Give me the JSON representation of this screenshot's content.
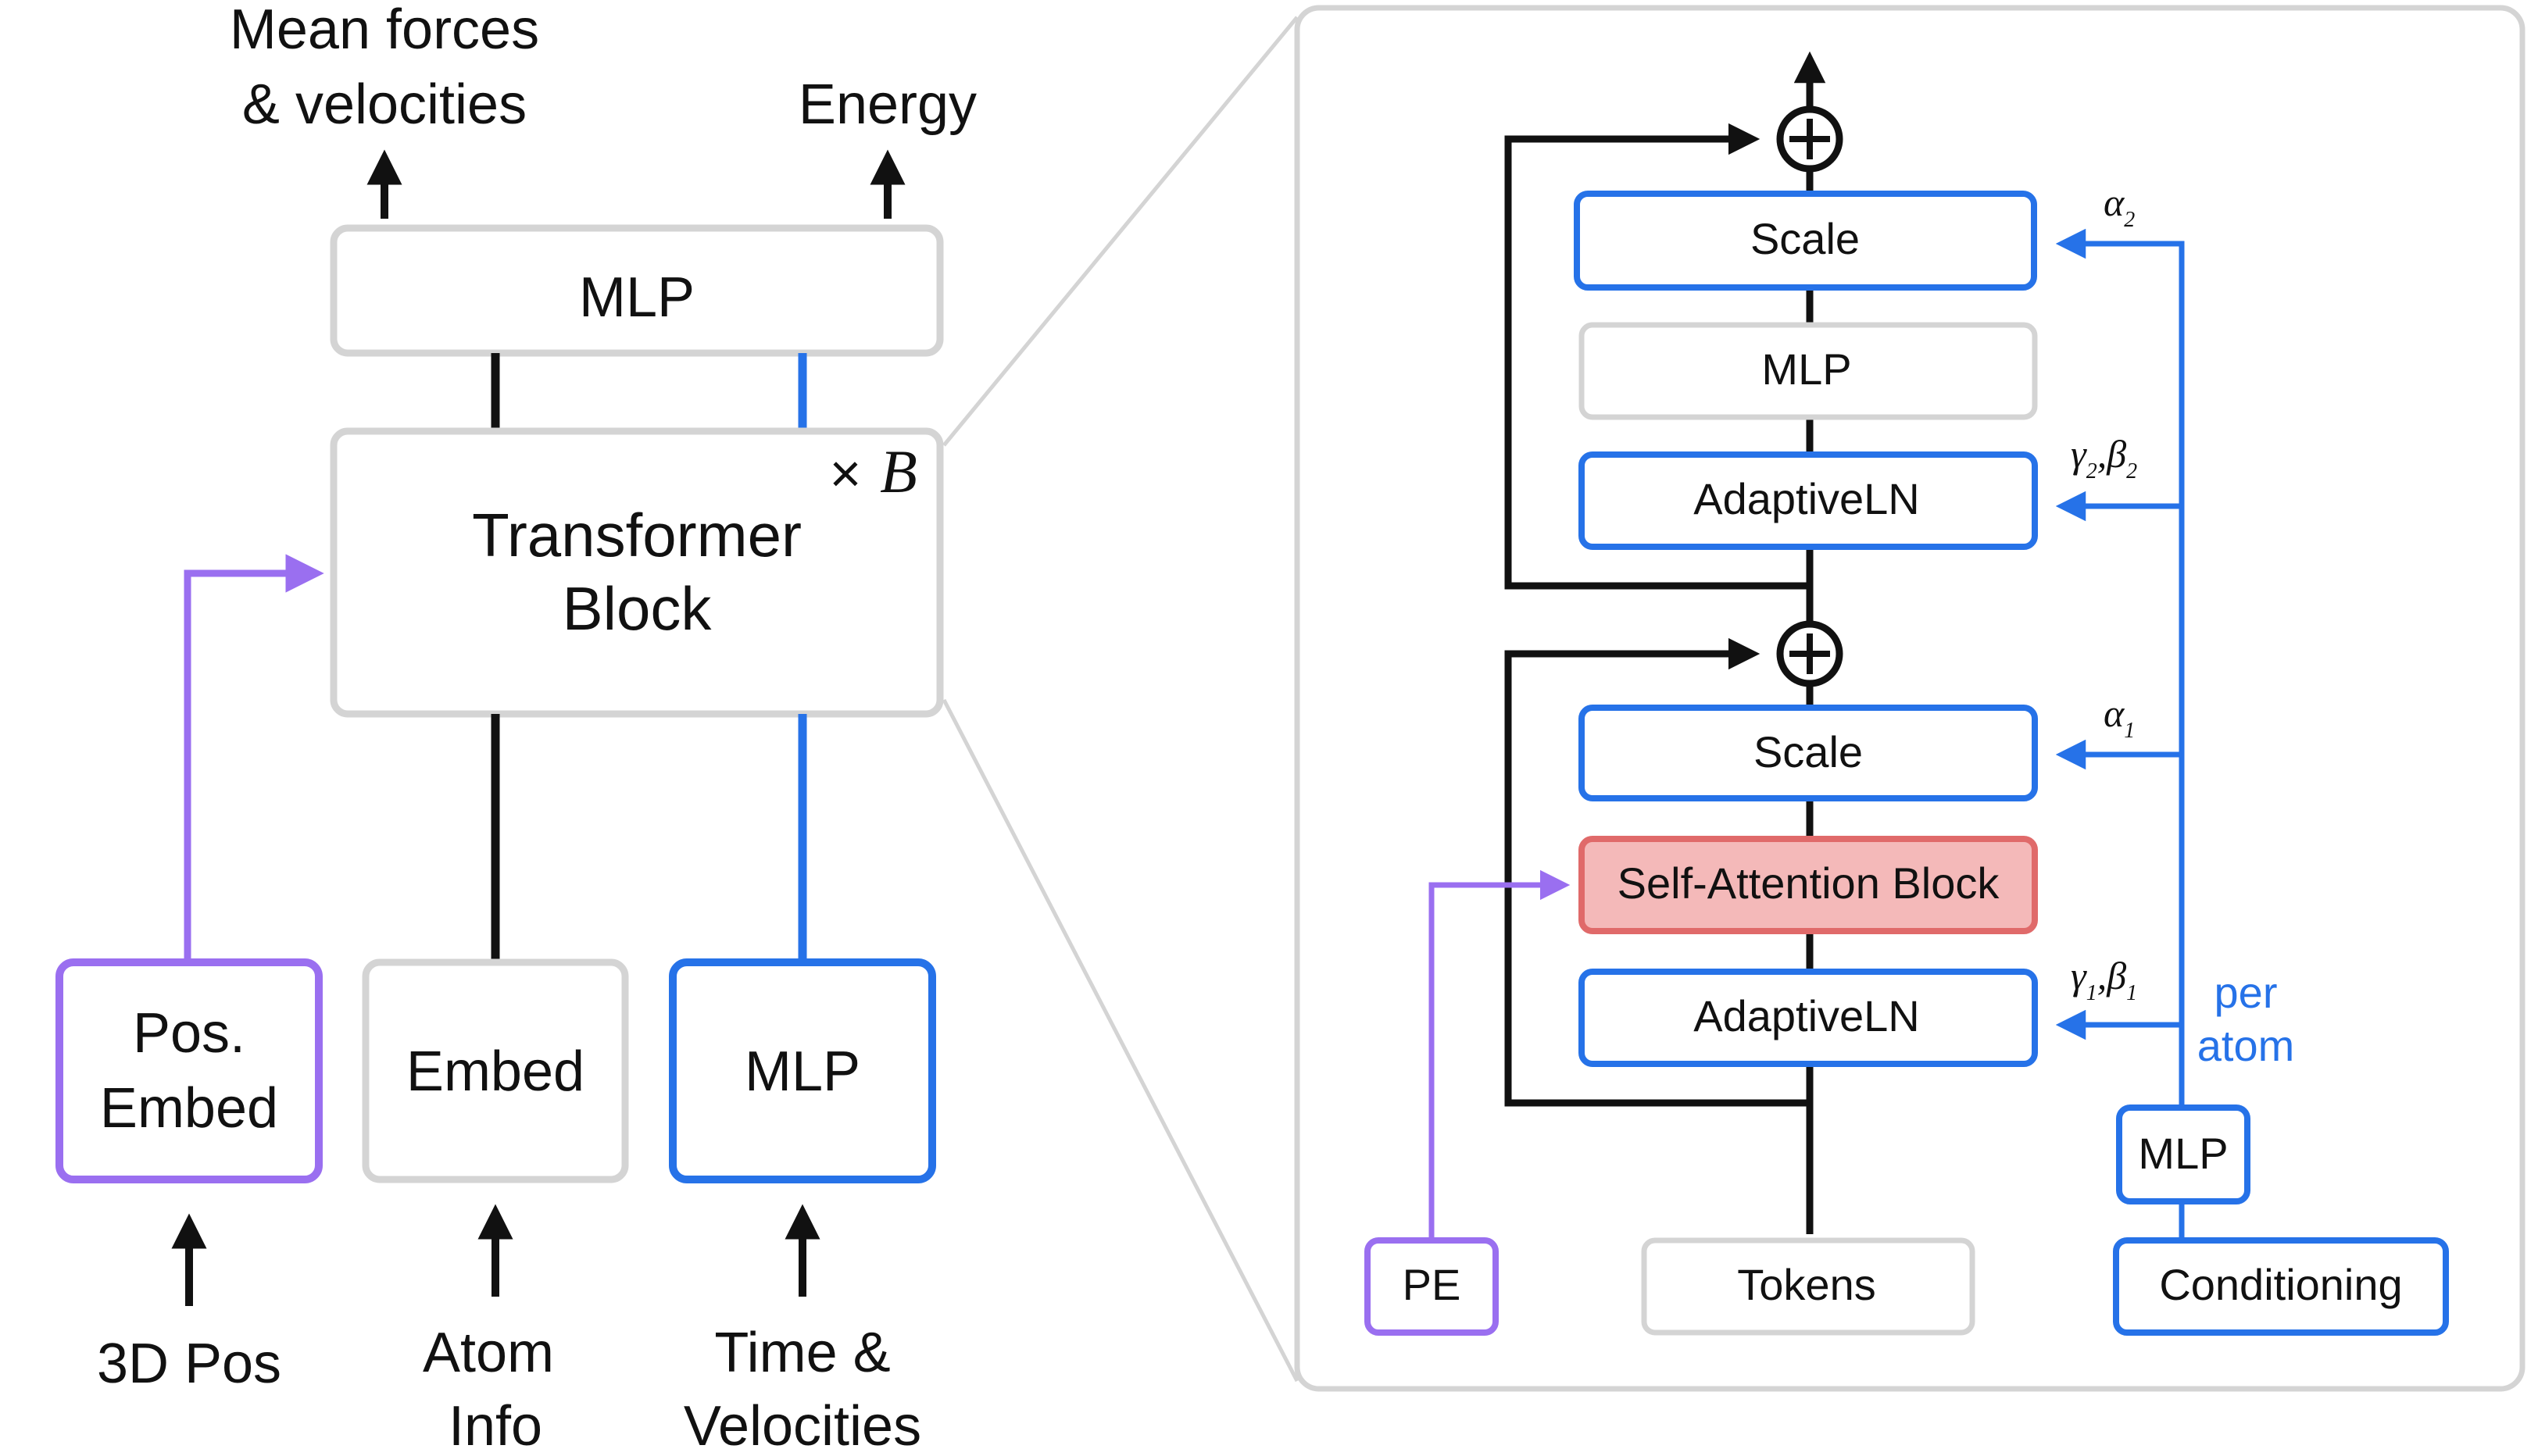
{
  "left": {
    "outputs": {
      "forces_line1": "Mean forces",
      "forces_line2": "& velocities",
      "energy": "Energy"
    },
    "head_mlp": "MLP",
    "transformer": {
      "line1": "Transformer",
      "line2": "Block",
      "repeat_times": "×",
      "repeat_var": "B"
    },
    "inputs": {
      "pos_embed": {
        "line1": "Pos.",
        "line2": "Embed",
        "input": "3D Pos"
      },
      "embed": {
        "label": "Embed",
        "input_line1": "Atom",
        "input_line2": "Info"
      },
      "mlp": {
        "label": "MLP",
        "input_line1": "Time &",
        "input_line2": "Velocities"
      }
    }
  },
  "detail": {
    "scale_top": "Scale",
    "mlp": "MLP",
    "adaptive_ln_top": "AdaptiveLN",
    "scale_bottom": "Scale",
    "self_attention": "Self-Attention Block",
    "adaptive_ln_bottom": "AdaptiveLN",
    "pe": "PE",
    "tokens": "Tokens",
    "conditioning": "Conditioning",
    "cond_mlp": "MLP",
    "per_atom_line1": "per",
    "per_atom_line2": "atom",
    "alpha": "α",
    "gamma": "γ",
    "beta": "β",
    "sub1": "1",
    "sub2": "2",
    "comma": ","
  },
  "colors": {
    "black": "#111111",
    "blue": "#2672e8",
    "purple": "#9a6ff0",
    "gray_border": "#d4d4d4",
    "attention_fill": "#f4b9b9",
    "attention_border": "#e06a6a"
  }
}
